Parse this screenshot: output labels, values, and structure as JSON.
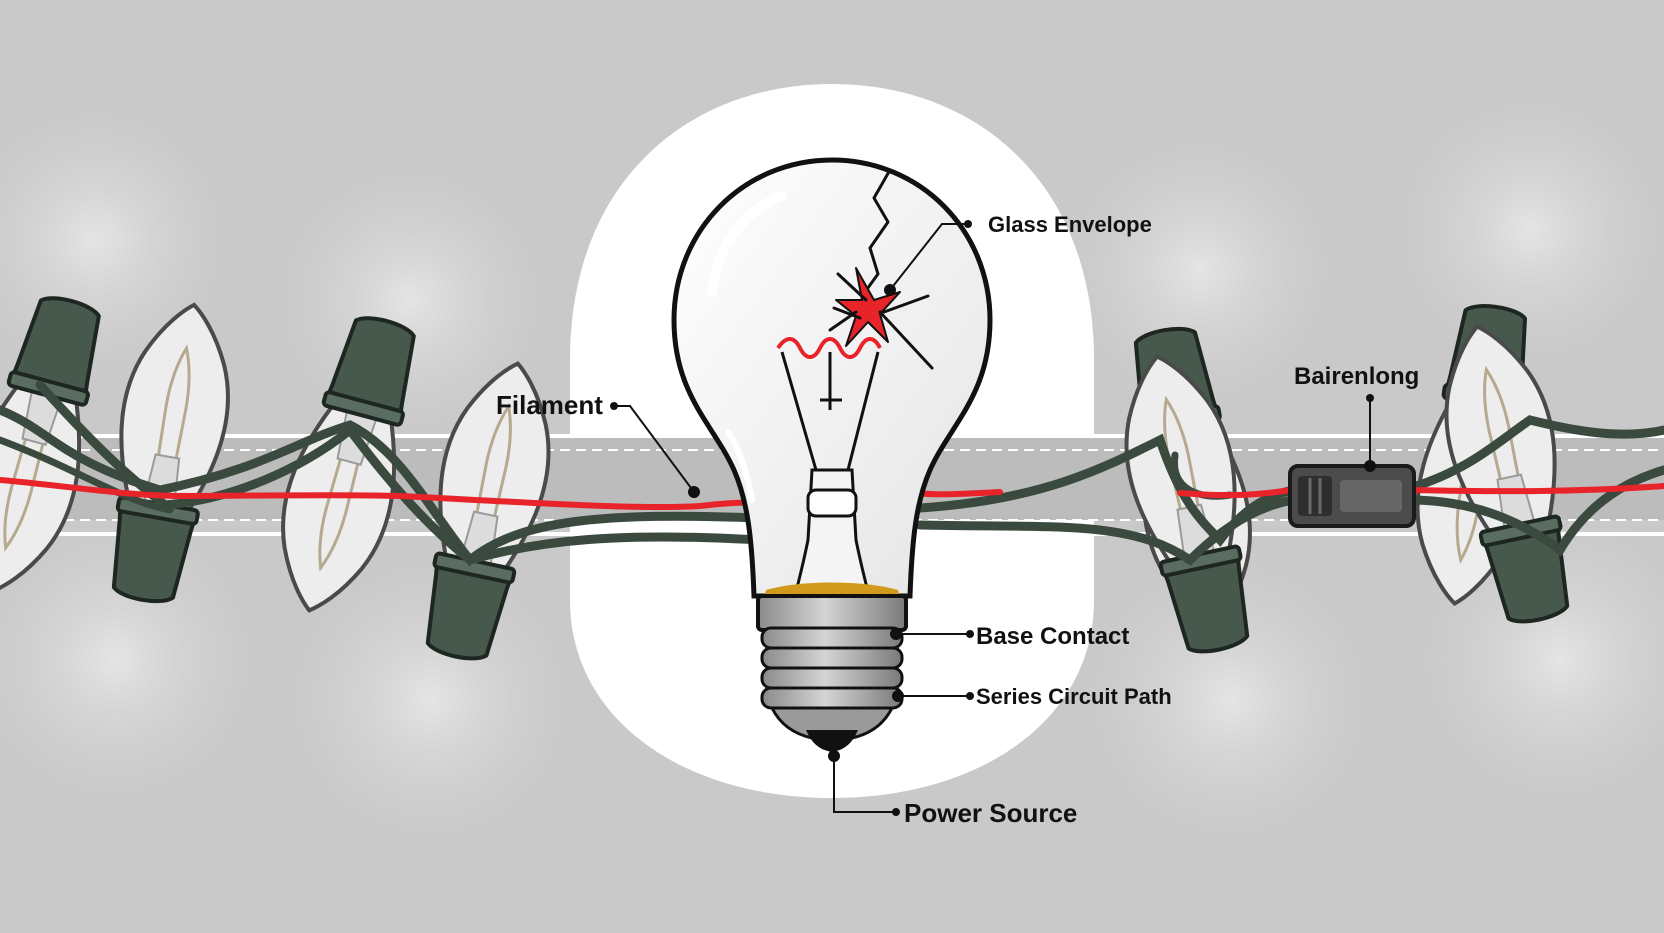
{
  "labels": {
    "glass_envelope": "Glass Envelope",
    "filament": "Filament",
    "bairenlong": "Bairenlong",
    "base_contact": "Base Contact",
    "series_circuit_path": "Series Circuit Path",
    "power_source": "Power Source"
  },
  "colors": {
    "background": "#c9c9c9",
    "spotlight": "#ffffff",
    "socket": "#47594d",
    "wire": "#3a4a3f",
    "current": "#e8242a",
    "crack": "#e8242a",
    "glass": "#ededed"
  },
  "diagram": {
    "string_light_count": 10,
    "damaged_bulb_count": 1
  }
}
